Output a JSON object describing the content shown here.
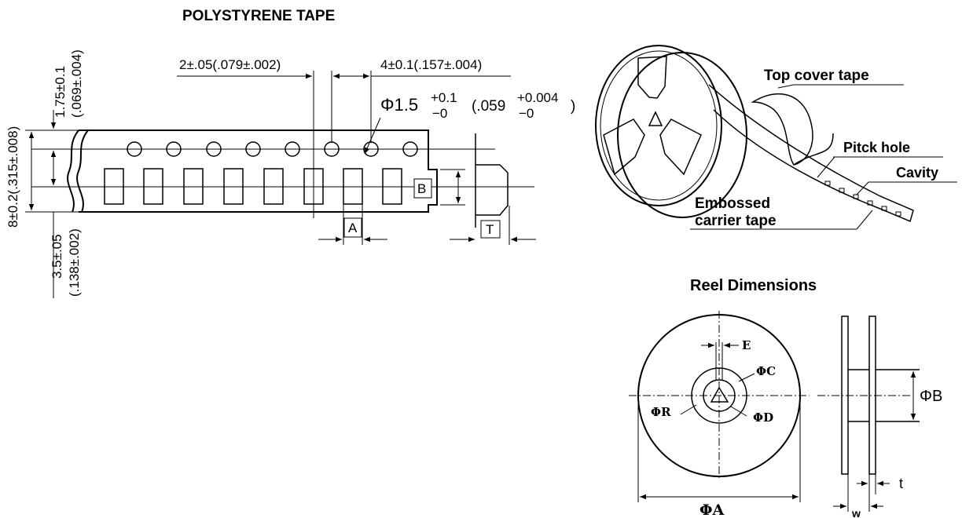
{
  "tape": {
    "title": "POLYSTYRENE TAPE",
    "dim_pitch_small": "2±.05(.079±.002)",
    "dim_pitch_hole": "4±0.1(.157±.004)",
    "dim_hole_diameter": "Φ1.5",
    "dim_hole_tol_plus": "+0.1",
    "dim_hole_tol_minus": "−0",
    "dim_hole_inch": "(.059",
    "dim_hole_inch_tol_plus": "+0.004",
    "dim_hole_inch_tol_minus": "−0",
    "dim_hole_inch_close": ")",
    "dim_edge_mm": "1.75±0.1",
    "dim_edge_inch": "(.069±.004)",
    "dim_width": "8±0.2(.315±.008)",
    "dim_center_mm": "3.5±.05",
    "dim_center_inch": "(.138±.002)",
    "label_a": "A",
    "label_b": "B",
    "label_t": "T"
  },
  "reel_view": {
    "top_cover": "Top cover tape",
    "pitch_hole": "Pitck hole",
    "cavity": "Cavity",
    "embossed_line1": "Embossed",
    "embossed_line2": "carrier tape"
  },
  "reel_dims": {
    "title": "Reel Dimensions",
    "phi_a": "ΦA",
    "phi_b": "ΦB",
    "phi_c": "ΦC",
    "phi_d": "ΦD",
    "phi_r": "ΦR",
    "e": "E",
    "t": "t",
    "w": "w"
  }
}
